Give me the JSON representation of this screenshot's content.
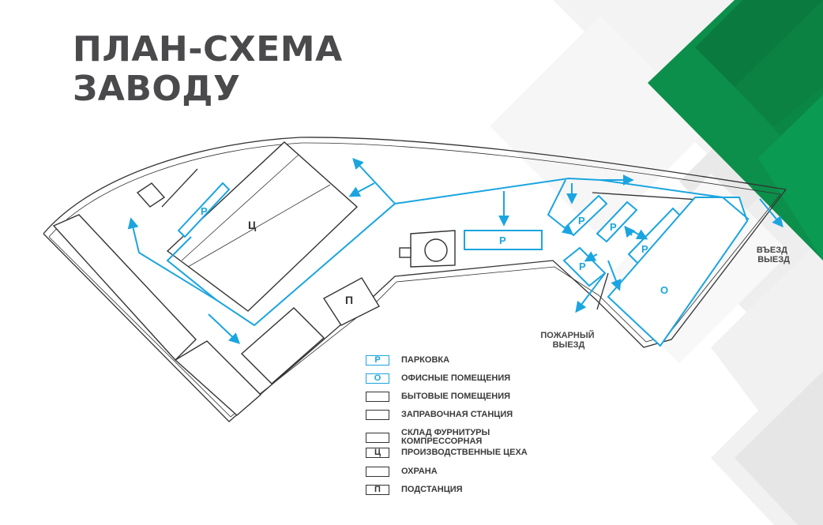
{
  "title": {
    "line1": "ПЛАН-СХЕМА",
    "line2": "ЗАВОДУ"
  },
  "plan": {
    "building_code": "Ц",
    "parking_code": "Р",
    "office_code": "О",
    "substation_code": "П",
    "entrance_label": "ВЪЕЗД\nВЫЕЗД",
    "fire_exit_label": "ПОЖАРНЫЙ\nВЫЕЗД"
  },
  "legend": {
    "items": [
      {
        "key": "parking",
        "code": "Р",
        "label": "ПАРКОВКА",
        "color": "blue"
      },
      {
        "key": "offices",
        "code": "О",
        "label": "ОФИСНЫЕ ПОМЕЩЕНИЯ",
        "color": "blue"
      },
      {
        "key": "household",
        "code": "",
        "label": "БЫТОВЫЕ ПОМЕЩЕНИЯ",
        "color": "dark"
      },
      {
        "key": "fuel",
        "code": "",
        "label": "ЗАПРАВОЧНАЯ СТАНЦИЯ",
        "color": "dark"
      },
      {
        "key": "warehouse",
        "code": "",
        "label": "СКЛАД ФУРНИТУРЫ\nКОМПРЕССОРНАЯ",
        "color": "dark"
      },
      {
        "key": "workshops",
        "code": "Ц",
        "label": "ПРОИЗВОДСТВЕННЫЕ ЦЕХА",
        "color": "dark"
      },
      {
        "key": "security",
        "code": "",
        "label": "ОХРАНА",
        "color": "dark"
      },
      {
        "key": "substation",
        "code": "П",
        "label": "ПОДСТАНЦИЯ",
        "color": "dark"
      }
    ]
  },
  "colors": {
    "route": "#1ba5e0",
    "title": "#4a4a4c",
    "green": "#0c8f4a",
    "grey_pattern": "#ececec"
  }
}
